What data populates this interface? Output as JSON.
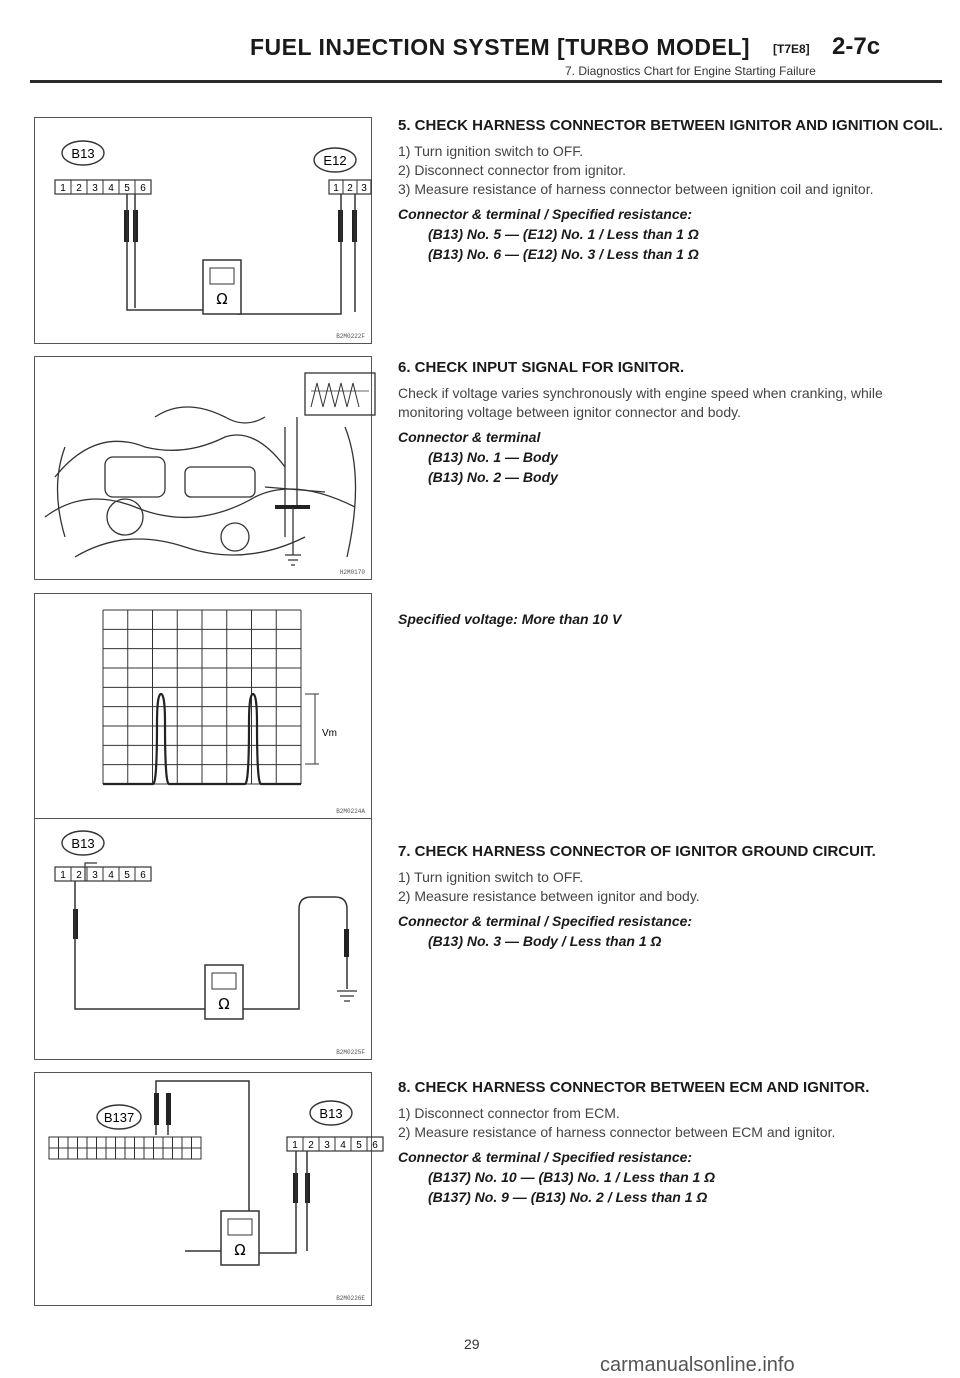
{
  "header": {
    "title": "FUEL INJECTION SYSTEM [TURBO MODEL]",
    "code": "[T7E8]",
    "section": "2-7c",
    "subtitle": "7. Diagnostics Chart for Engine Starting Failure"
  },
  "figures": [
    {
      "id": "B2M0222F",
      "connectors": [
        "B13",
        "E12"
      ],
      "meter": "Ω",
      "terminals_b13": [
        "1",
        "2",
        "3",
        "4",
        "5",
        "6"
      ],
      "terminals_e12": [
        "1",
        "2",
        "3"
      ]
    },
    {
      "id": "H2M0170"
    },
    {
      "id": "B2M0224A",
      "label": "Vm"
    },
    {
      "id": "B2M0225F",
      "connectors": [
        "B13"
      ],
      "meter": "Ω",
      "terminals_b13": [
        "1",
        "2",
        "3",
        "4",
        "5",
        "6"
      ]
    },
    {
      "id": "B2M0226E",
      "connectors": [
        "B137",
        "B13"
      ],
      "meter": "Ω",
      "terminals_b13": [
        "1",
        "2",
        "3",
        "4",
        "5",
        "6"
      ]
    }
  ],
  "sections": [
    {
      "heading": "5. CHECK HARNESS CONNECTOR BETWEEN IGNITOR AND IGNITION COIL.",
      "steps": [
        "1) Turn ignition switch to OFF.",
        "2) Disconnect connector from ignitor.",
        "3) Measure resistance of harness connector between ignition coil and ignitor."
      ],
      "spec_label": "Connector & terminal / Specified resistance:",
      "spec_lines": [
        "(B13) No. 5 — (E12) No. 1 / Less than 1 Ω",
        "(B13) No. 6 — (E12) No. 3 / Less than 1 Ω"
      ]
    },
    {
      "heading": "6. CHECK INPUT SIGNAL FOR IGNITOR.",
      "body": "Check if voltage varies synchronously with engine speed when cranking, while monitoring voltage between ignitor connector and body.",
      "spec_label": "Connector & terminal",
      "spec_lines": [
        "(B13) No. 1 — Body",
        "(B13) No. 2 — Body"
      ],
      "voltage": "Specified voltage: More than 10 V"
    },
    {
      "heading": "7. CHECK HARNESS CONNECTOR OF IGNITOR GROUND CIRCUIT.",
      "steps": [
        "1) Turn ignition switch to OFF.",
        "2) Measure resistance between ignitor and body."
      ],
      "spec_label": "Connector & terminal / Specified resistance:",
      "spec_lines": [
        "(B13) No. 3 — Body / Less than 1 Ω"
      ]
    },
    {
      "heading": "8. CHECK HARNESS CONNECTOR BETWEEN ECM AND IGNITOR.",
      "steps": [
        "1) Disconnect connector from ECM.",
        "2) Measure resistance of harness connector between ECM and ignitor."
      ],
      "spec_label": "Connector & terminal / Specified resistance:",
      "spec_lines": [
        "(B137) No. 10 — (B13) No. 1 / Less than 1 Ω",
        "(B137) No. 9 — (B13) No. 2 / Less than 1 Ω"
      ]
    }
  ],
  "page_number": "29",
  "watermark": "carmanualsonline.info"
}
